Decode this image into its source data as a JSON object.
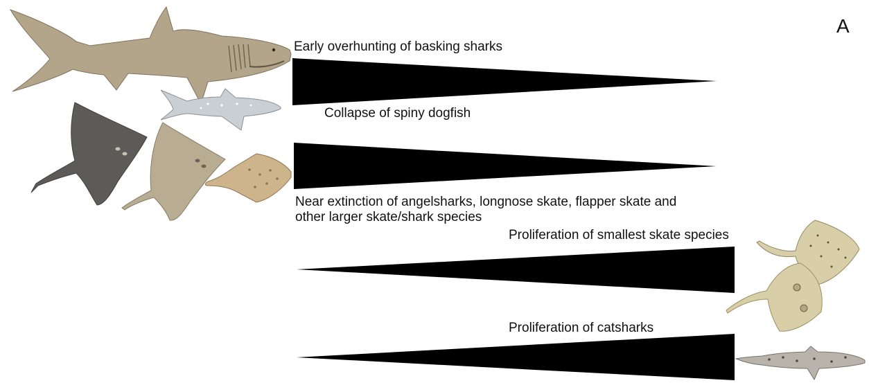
{
  "panel_label": "A",
  "trends": [
    {
      "label": "Early overhunting of basking sharks",
      "direction": "decline"
    },
    {
      "label": "Collapse of spiny dogfish",
      "direction": "decline"
    },
    {
      "label": "Near extinction of angelsharks, longnose skate, flapper skate and other larger skate/shark species",
      "direction": "decline"
    },
    {
      "label": "Proliferation of smallest skate species",
      "direction": "increase"
    },
    {
      "label": "Proliferation of catsharks",
      "direction": "increase"
    }
  ],
  "colors": {
    "wedge": "#000000",
    "basking_shark": "#b3a58a",
    "dogfish": "#c9cfd3",
    "flapper_skate": "#5d5b58",
    "longnose_skate": "#b8ad92",
    "angelshark": "#cdb48a",
    "small_skate": "#d8cfa8",
    "catshark": "#b8b4ab"
  }
}
